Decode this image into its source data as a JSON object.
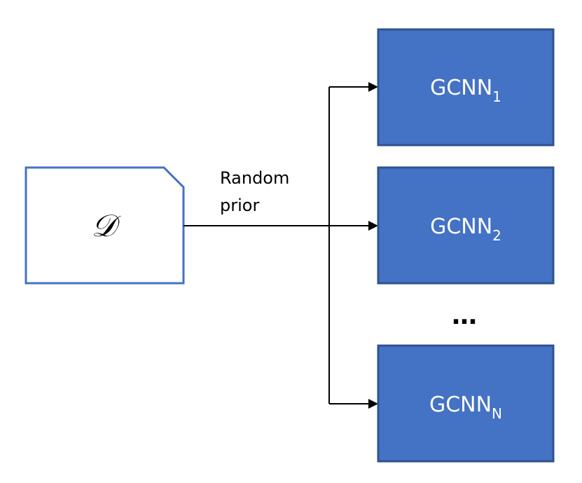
{
  "diagram": {
    "source_node": {
      "label": "𝒟"
    },
    "edge_label": {
      "line1": "Random",
      "line2": "prior"
    },
    "targets": [
      {
        "label": "GCNN",
        "subscript": "1"
      },
      {
        "label": "GCNN",
        "subscript": "2"
      },
      {
        "label": "GCNN",
        "subscript": "N"
      }
    ],
    "ellipsis": "…",
    "colors": {
      "box_fill": "#4472C4",
      "box_stroke": "#2F528F",
      "doc_stroke": "#4472C4",
      "line": "#000000"
    }
  }
}
